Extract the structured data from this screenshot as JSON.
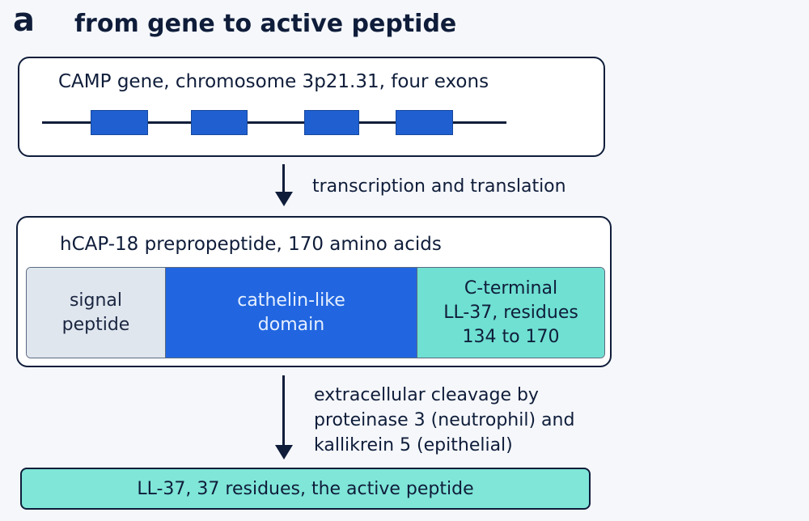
{
  "panel": {
    "letter": "a",
    "title": "from gene to active peptide"
  },
  "gene": {
    "label": "CAMP gene, chromosome 3p21.31, four exons",
    "exon_color": "#1f5fd0"
  },
  "step1": {
    "label": "transcription and translation"
  },
  "prepropeptide": {
    "label": "hCAP-18 prepropeptide, 170 amino acids",
    "domains": [
      {
        "label": "signal\npeptide",
        "color": "#e0e6ee"
      },
      {
        "label": "cathelin-like\ndomain",
        "color": "#2166e0"
      },
      {
        "label": "C-terminal\nLL-37, residues\n134 to 170",
        "color": "#6fe0d2"
      }
    ]
  },
  "step2": {
    "label": "extracellular cleavage by\nproteinase 3 (neutrophil) and\nkallikrein 5 (epithelial)"
  },
  "active": {
    "label": "LL-37, 37 residues, the active peptide",
    "color": "#7fe6d8"
  }
}
